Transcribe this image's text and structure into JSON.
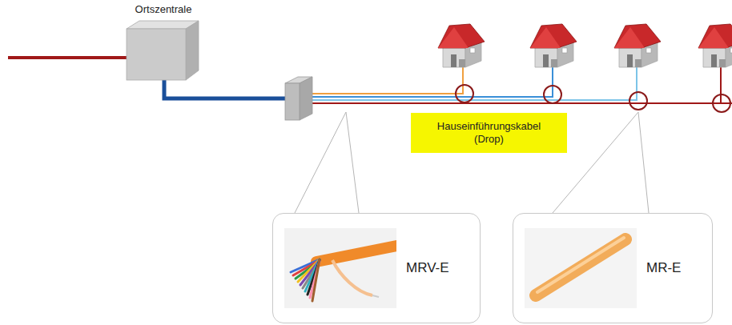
{
  "diagram": {
    "nodes": [
      {
        "text": [
          "Ortszentrale"
        ]
      },
      {
        "text": [
          "Hauseinführungskabel (Drop)"
        ]
      },
      {
        "text": [
          "MRV-E"
        ]
      },
      {
        "text": [
          "MR-E"
        ]
      }
    ]
  }
}
